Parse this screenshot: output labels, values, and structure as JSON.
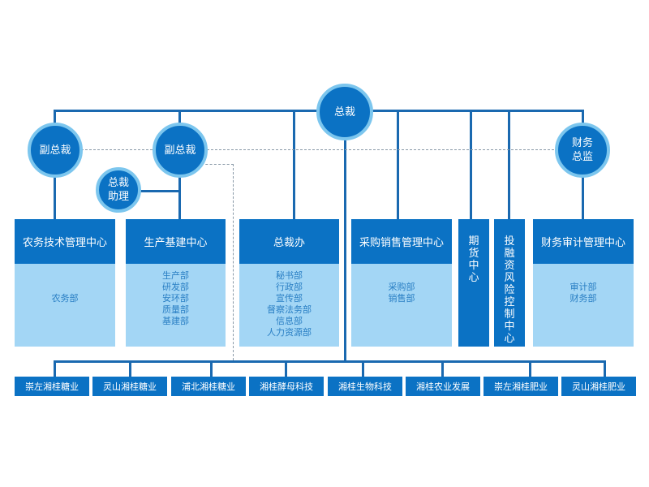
{
  "ceo": "总裁",
  "vp_left": "副总裁",
  "vp_right": "副总裁",
  "assistant": [
    "总裁",
    "助理"
  ],
  "cfo": [
    "财务",
    "总监"
  ],
  "centers": [
    {
      "title": "农务技术管理中心",
      "depts": [
        "农务部"
      ]
    },
    {
      "title": "生产基建中心",
      "depts": [
        "生产部",
        "研发部",
        "安环部",
        "质量部",
        "基建部"
      ]
    },
    {
      "title": "总裁办",
      "depts": [
        "秘书部",
        "行政部",
        "宣传部",
        "督察法务部",
        "信息部",
        "人力资源部"
      ]
    },
    {
      "title": "采购销售管理中心",
      "depts": [
        "采购部",
        "销售部"
      ]
    },
    {
      "title": "财务审计管理中心",
      "depts": [
        "审计部",
        "财务部"
      ]
    }
  ],
  "vertical_centers": [
    [
      "期",
      "货",
      "中",
      "心"
    ],
    [
      "投",
      "融",
      "资",
      "风",
      "险",
      "控",
      "制",
      "中",
      "心"
    ]
  ],
  "subsidiaries": [
    "崇左湘桂糖业",
    "灵山湘桂糖业",
    "浦北湘桂糖业",
    "湘桂酵母科技",
    "湘桂生物科技",
    "湘桂农业发展",
    "崇左湘桂肥业",
    "灵山湘桂肥业"
  ]
}
